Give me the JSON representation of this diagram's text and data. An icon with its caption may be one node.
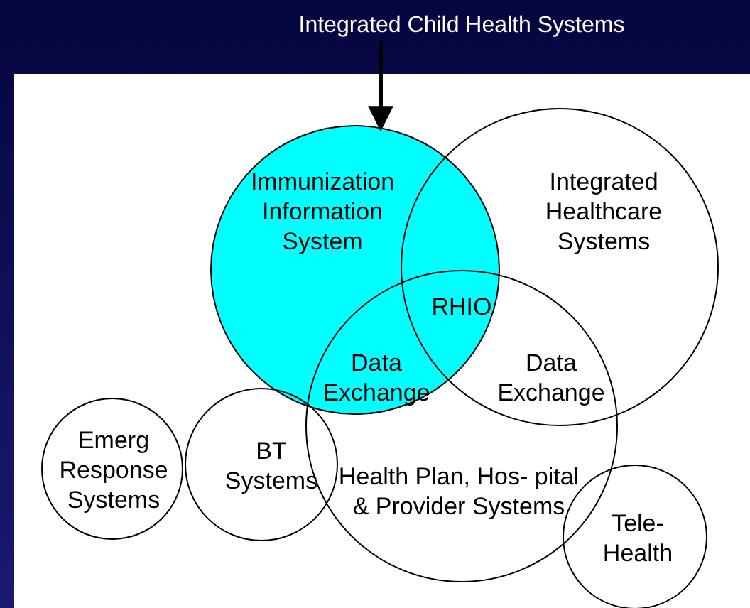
{
  "diagram": {
    "nodes": [
      {
        "text": [
          "Integrated Child Health Systems"
        ]
      },
      {
        "text": [
          "Immunization Information System"
        ]
      },
      {
        "text": [
          "Integrated Healthcare Systems"
        ]
      },
      {
        "text": [
          "Health Plan, Hos- pital & Provider Systems"
        ]
      },
      {
        "text": [
          "Emerg Response Systems"
        ]
      },
      {
        "text": [
          "BT Systems"
        ]
      },
      {
        "text": [
          "Tele- Health"
        ]
      }
    ],
    "edges": [
      {
        "from": 0,
        "to": 1,
        "arrow": "to"
      }
    ],
    "labels": [
      "RHIO",
      "Data Exchange",
      "Data Exchange"
    ]
  }
}
